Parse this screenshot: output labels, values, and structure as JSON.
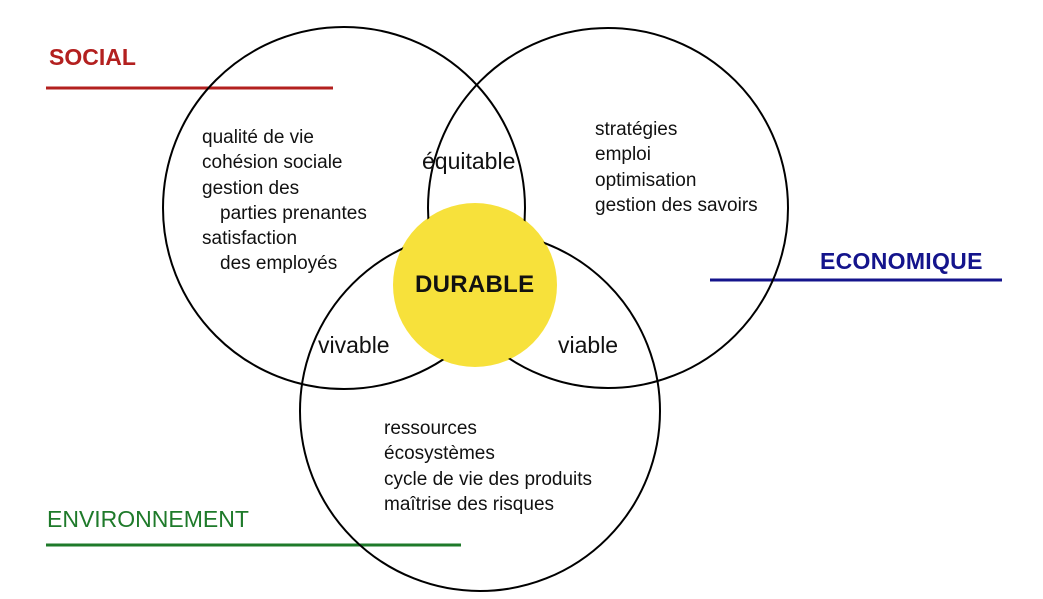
{
  "diagram": {
    "type": "venn",
    "pillars": {
      "social": {
        "label": "SOCIAL",
        "color": "#B3201F",
        "items": [
          "qualité de vie",
          "cohésion sociale",
          "gestion des",
          "parties prenantes",
          "satisfaction",
          "des employés"
        ]
      },
      "economique": {
        "label": "ECONOMIQUE",
        "color": "#14148C",
        "items": [
          "stratégies",
          "emploi",
          "optimisation",
          "gestion des savoirs"
        ]
      },
      "environnement": {
        "label": "ENVIRONNEMENT",
        "color": "#1E7A2A",
        "items": [
          "ressources",
          "écosystèmes",
          "cycle de vie des produits",
          "maîtrise des risques"
        ]
      }
    },
    "intersections": {
      "social_economique": "équitable",
      "social_environnement": "vivable",
      "economique_environnement": "viable"
    },
    "center": {
      "label": "DURABLE",
      "color": "#F7E13B"
    }
  }
}
